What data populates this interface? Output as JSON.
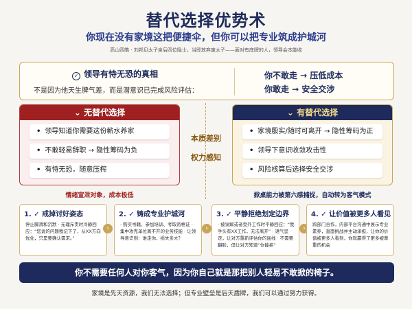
{
  "title": "替代选择优势术",
  "subtitle": "你现在没有家境这把便捷伞，但你可以把专业筑成护城河",
  "tagline": "高山四皓 · 刘邦见太子身后四位隐士，当即放弃废太子——面对有底牌的人，领导会本能收",
  "truth": {
    "icon": "check-circle-icon",
    "heading": "领导有恃无恐的真相",
    "sub": "不是因为他天生脾气差，而是潜意识已完成风险评估：",
    "right1": "你不敢走 → 压低成本",
    "right2": "你敢走 → 安全交涉"
  },
  "left_panel": {
    "header": "无替代选择",
    "items": [
      "领导知道你需要这份薪水养家",
      "不敢轻易辞职 → 隐性筹码为负",
      "有恃无恐，随意压榨"
    ],
    "note": "情绪宣泄对象，成本极低"
  },
  "right_panel": {
    "header": "有替代选择",
    "items": [
      "家境殷实/随时可离开 → 隐性筹码为正",
      "领导下意识收敛攻击性",
      "风险核算后选择安全交涉"
    ],
    "note": "掀桌能力被第六感捕捉，自动转为客气模式"
  },
  "middle": {
    "label1": "本质差别",
    "label2": "权力感知"
  },
  "steps": [
    {
      "heading": "1. ✓ 戒掉讨好姿态",
      "body": "停止脚滑和沉默 · 无理斥责时冷静回应：“您说的问题我记下了，从XX方向优化，只是要确认需求。”"
    },
    {
      "heading": "2. ✓ 铸成专业护城河",
      "body": "· 购买书籍、参加培训、考取资格证 · 集中攻克单位离不开的业务技能 · 让领导意识到：谁走你，损失多大？"
    },
    {
      "heading": "3. ✓ 平静拒绝划定边界",
      "body": "· 被误解或者受外工作时平静回应：“我手头有XX工作，无法离开” · 语气坚定，让对方重新评估你的底线 · 不需要翻脸，但让对方知道“你能拒”"
    },
    {
      "heading": "4. ✓ 让价值被更多人看见",
      "body": "跨部门合作，内部平台沟通中展示专业素养，直面挑战并主动承担，让你的价值被更多人看到，你就赢得了更多被尊重的机会"
    }
  ],
  "banner": "你不需要任何人对你客气，因为你自己就是那把别人轻易不敢掀的椅子。",
  "footer": "家境是先天资源，我们无法选择；但专业壁垒是后天盾牌，我们可以通过努力获得。",
  "colors": {
    "navy": "#1d2a5b",
    "red": "#9e2020",
    "gold": "#c9a55a"
  }
}
